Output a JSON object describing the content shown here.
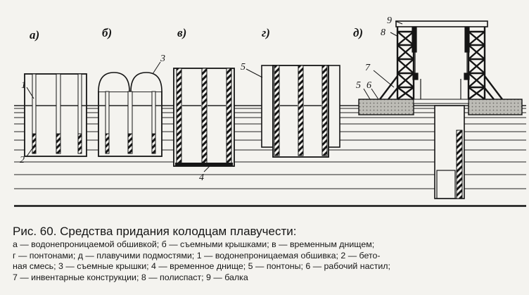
{
  "figure": {
    "variant_labels": [
      "а)",
      "б)",
      "в)",
      "г)",
      "д)"
    ],
    "numbers": [
      "1",
      "2",
      "3",
      "4",
      "5",
      "5",
      "6",
      "7",
      "8",
      "9"
    ]
  },
  "caption": {
    "title": "Рис. 60. Средства придания колодцам плавучести:",
    "lines": [
      "а — водонепроницаемой обшивкой;  б — съемными крышками;  в — временным днищем;",
      "г — понтонами;  д — плавучими подмостями;  1 — водонепроницаемая обшивка;  2 — бето-",
      "ная смесь;  3 — съемные крышки;  4 — временное днище;  5 — понтоны;  6 — рабочий настил;",
      "7 — инвентарные конструкции;  8 — полиспаст;  9 — балка"
    ]
  }
}
